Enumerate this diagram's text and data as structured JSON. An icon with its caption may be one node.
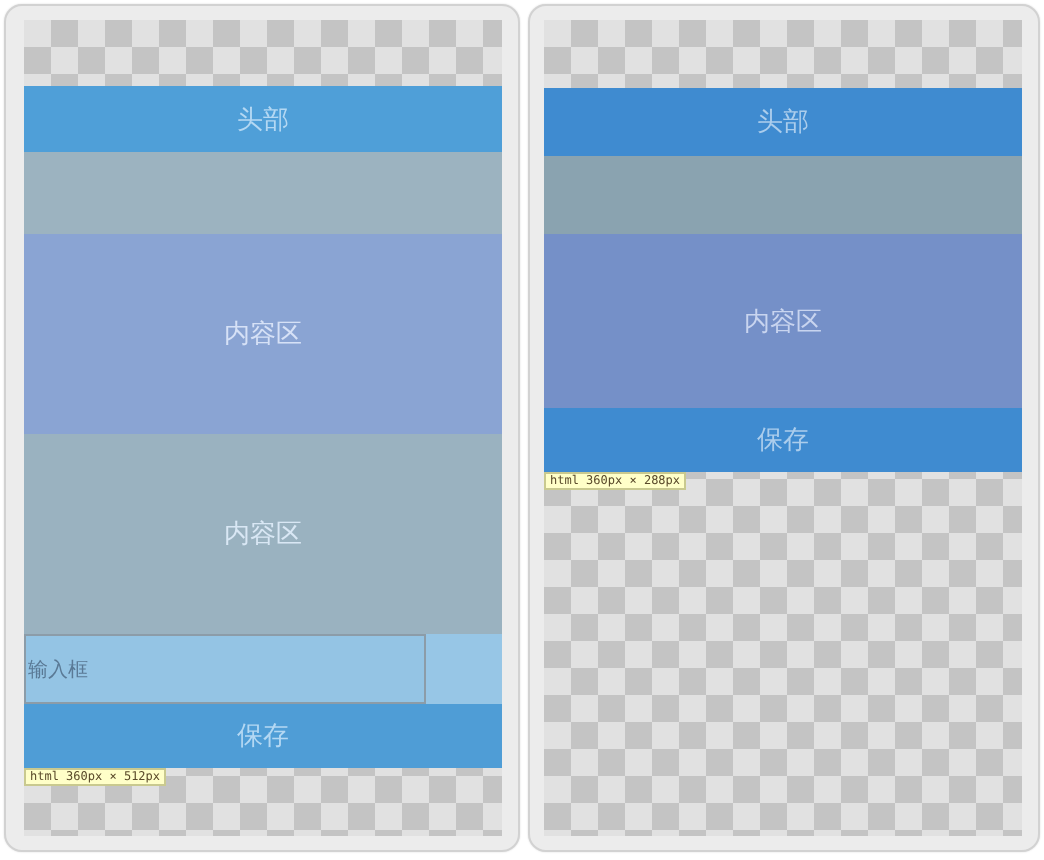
{
  "diagram": {
    "nodes": [
      {
        "text": [],
        "shape": "box"
      },
      {
        "text": [
          "头部"
        ],
        "in": 0
      },
      {
        "text": [],
        "shape": "bar",
        "in": 0
      },
      {
        "text": [
          "内容区"
        ],
        "in": 0
      },
      {
        "text": [
          "内容区"
        ],
        "in": 0
      },
      {
        "text": [
          "输入框"
        ],
        "in": 0
      },
      {
        "text": [],
        "shape": "bar",
        "in": 0
      },
      {
        "text": [
          "保存"
        ],
        "in": 0
      },
      {
        "text": [],
        "shape": "box"
      },
      {
        "text": [
          "头部"
        ],
        "in": 8
      },
      {
        "text": [],
        "shape": "bar",
        "in": 8
      },
      {
        "text": [
          "内容区"
        ],
        "in": 8
      },
      {
        "text": [
          "保存"
        ],
        "in": 8
      }
    ],
    "labels": [
      "html 360px × 512px",
      "html 360px × 288px"
    ]
  }
}
